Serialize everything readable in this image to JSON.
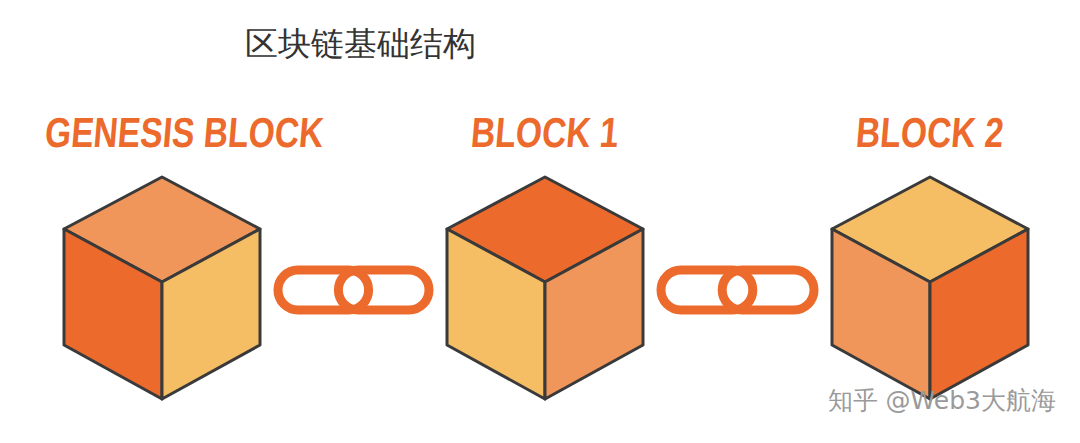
{
  "diagram": {
    "title": "区块链基础结构",
    "nodes": [
      {
        "text": [
          "GENESIS BLOCK"
        ]
      },
      {
        "text": [
          "BLOCK 1"
        ]
      },
      {
        "text": [
          "BLOCK 2"
        ]
      }
    ],
    "edges": [
      {
        "from": 0,
        "to": 1,
        "arrow": "none"
      },
      {
        "from": 1,
        "to": 2,
        "arrow": "none"
      }
    ],
    "labels": [
      "知乎 @Web3大航海"
    ]
  }
}
